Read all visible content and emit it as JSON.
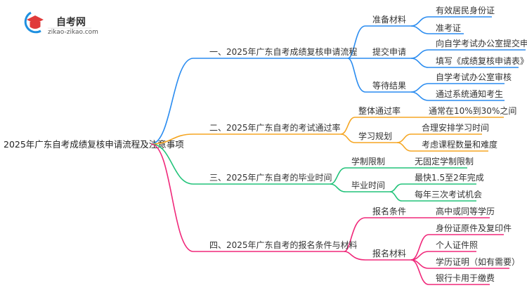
{
  "logo": {
    "title": "自考网",
    "subtitle": "zikao-zikao.com"
  },
  "root": "2025年广东自考成绩复核申请流程及注意事项",
  "colors": {
    "b1": "#2a8cf0",
    "b2": "#f5a623",
    "b3": "#22c37a",
    "b4": "#f0287a"
  },
  "branches": [
    {
      "label": "一、2025年广东自考成绩复核申请流程",
      "children": [
        {
          "label": "准备材料",
          "leaves": [
            "有效居民身份证",
            "准考证"
          ]
        },
        {
          "label": "提交申请",
          "leaves": [
            "向自学考试办公室提交申请",
            "填写《成绩复核申请表》"
          ]
        },
        {
          "label": "等待结果",
          "leaves": [
            "自学考试办公室审核",
            "通过系统通知考生"
          ]
        }
      ]
    },
    {
      "label": "二、2025年广东自考的考试通过率",
      "children": [
        {
          "label": "整体通过率",
          "leaves": [
            "通常在10%到30%之间"
          ]
        },
        {
          "label": "学习规划",
          "leaves": [
            "合理安排学习时间",
            "考虑课程数量和难度"
          ]
        }
      ]
    },
    {
      "label": "三、2025年广东自考的毕业时间",
      "children": [
        {
          "label": "学制限制",
          "leaves": [
            "无固定学制限制"
          ]
        },
        {
          "label": "毕业时间",
          "leaves": [
            "最快1.5至2年完成",
            "每年三次考试机会"
          ]
        }
      ]
    },
    {
      "label": "四、2025年广东自考的报名条件与材料",
      "children": [
        {
          "label": "报名条件",
          "leaves": [
            "高中或同等学历"
          ]
        },
        {
          "label": "报名材料",
          "leaves": [
            "身份证原件及复印件",
            "个人证件照",
            "学历证明（如有需要）",
            "银行卡用于缴费"
          ]
        }
      ]
    }
  ]
}
